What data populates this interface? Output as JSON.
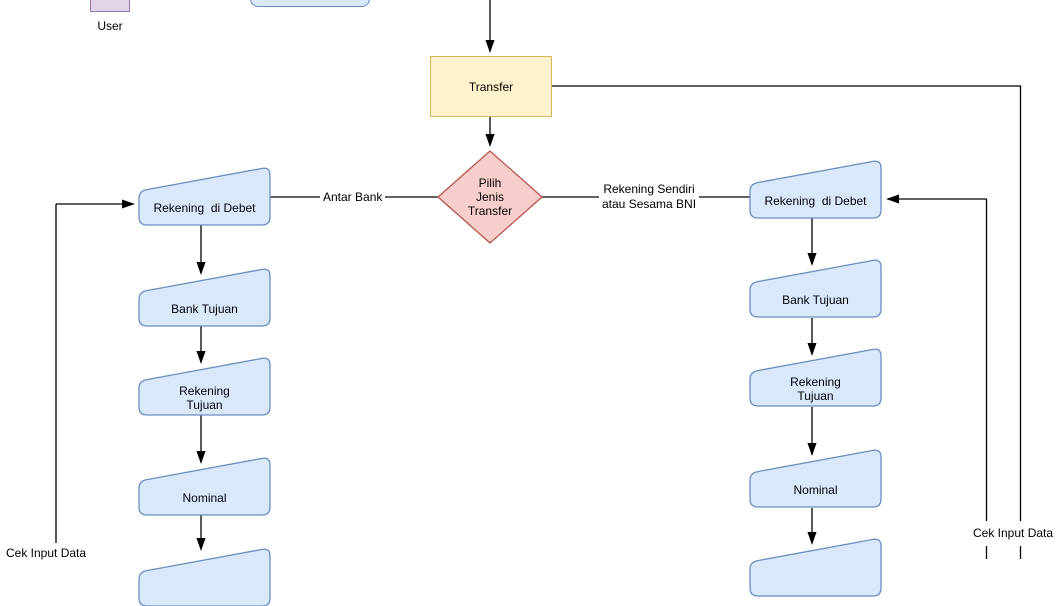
{
  "palette": {
    "blue_fill": "#dae8fc",
    "blue_stroke": "#6c8ebf",
    "yellow_fill": "#fff2cc",
    "yellow_stroke": "#d6b656",
    "red_fill": "#f8cecc",
    "red_stroke": "#b85450",
    "purple_fill": "#e1d5e7",
    "purple_stroke": "#9673a6",
    "line_color": "#000000"
  },
  "nodes": {
    "user": {
      "label": "User"
    },
    "transfer": {
      "label": "Transfer"
    },
    "decision": {
      "label": "Pilih\nJenis\nTransfer"
    },
    "left_branch": {
      "branch_label": "Antar Bank",
      "feedback_label": "Cek Input Data",
      "steps": [
        {
          "label": "Rekening  di Debet"
        },
        {
          "label": "Bank Tujuan"
        },
        {
          "label": "Rekening\nTujuan"
        },
        {
          "label": "Nominal"
        },
        {
          "label": ""
        }
      ]
    },
    "right_branch": {
      "branch_label": "Rekening Sendiri\natau Sesama BNI",
      "feedback_label": "Cek Input Data",
      "steps": [
        {
          "label": "Rekening  di Debet"
        },
        {
          "label": "Bank Tujuan"
        },
        {
          "label": "Rekening\nTujuan"
        },
        {
          "label": "Nominal"
        },
        {
          "label": ""
        }
      ]
    }
  }
}
